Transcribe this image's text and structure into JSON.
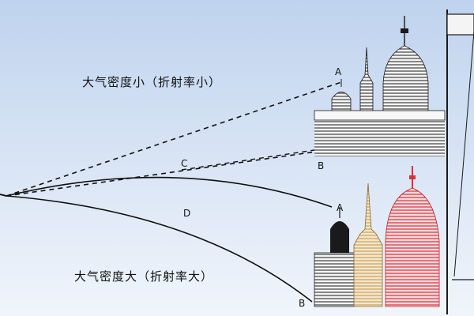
{
  "caption_top": "大气密度小（折射率小）",
  "caption_bottom": "大气密度大（折射率大）",
  "points": {
    "upper_a": "A",
    "upper_b": "B",
    "upper_c": "C",
    "lower_a": "A",
    "lower_d": "D",
    "lower_b": "B"
  },
  "colors": {
    "sky_top": "#bfd3ee",
    "sky_bottom": "#f1f5fb",
    "ray": "#111111",
    "building_light": "#f4f4f4",
    "building_dark": "#1a1a1a",
    "building_gold": "#c9a05a",
    "building_red": "#d8323c"
  }
}
